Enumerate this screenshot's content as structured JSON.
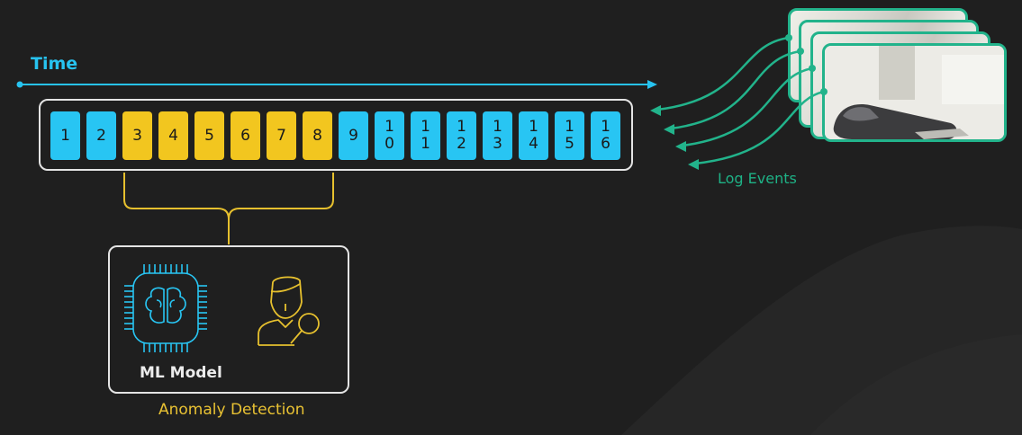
{
  "timeline": {
    "label": "Time"
  },
  "sequence": {
    "cells": [
      {
        "text": "1",
        "color": "#28c5f3"
      },
      {
        "text": "2",
        "color": "#28c5f3"
      },
      {
        "text": "3",
        "color": "#f2c61f"
      },
      {
        "text": "4",
        "color": "#f2c61f"
      },
      {
        "text": "5",
        "color": "#f2c61f"
      },
      {
        "text": "6",
        "color": "#f2c61f"
      },
      {
        "text": "7",
        "color": "#f2c61f"
      },
      {
        "text": "8",
        "color": "#f2c61f"
      },
      {
        "text": "9",
        "color": "#28c5f3"
      },
      {
        "text": "1\n0",
        "color": "#28c5f3"
      },
      {
        "text": "1\n1",
        "color": "#28c5f3"
      },
      {
        "text": "1\n2",
        "color": "#28c5f3"
      },
      {
        "text": "1\n3",
        "color": "#28c5f3"
      },
      {
        "text": "1\n4",
        "color": "#28c5f3"
      },
      {
        "text": "1\n5",
        "color": "#28c5f3"
      },
      {
        "text": "1\n6",
        "color": "#28c5f3"
      }
    ]
  },
  "anomaly": {
    "model_label": "ML Model",
    "caption": "Anomaly Detection"
  },
  "log": {
    "label": "Log Events"
  },
  "colors": {
    "blue": "#28c5f3",
    "yellow": "#f2c61f",
    "green": "#22b38b",
    "box_border": "#e4e4e4"
  },
  "icons": [
    "brain-chip-icon",
    "analyst-magnifier-icon",
    "card-terminal-photo"
  ]
}
